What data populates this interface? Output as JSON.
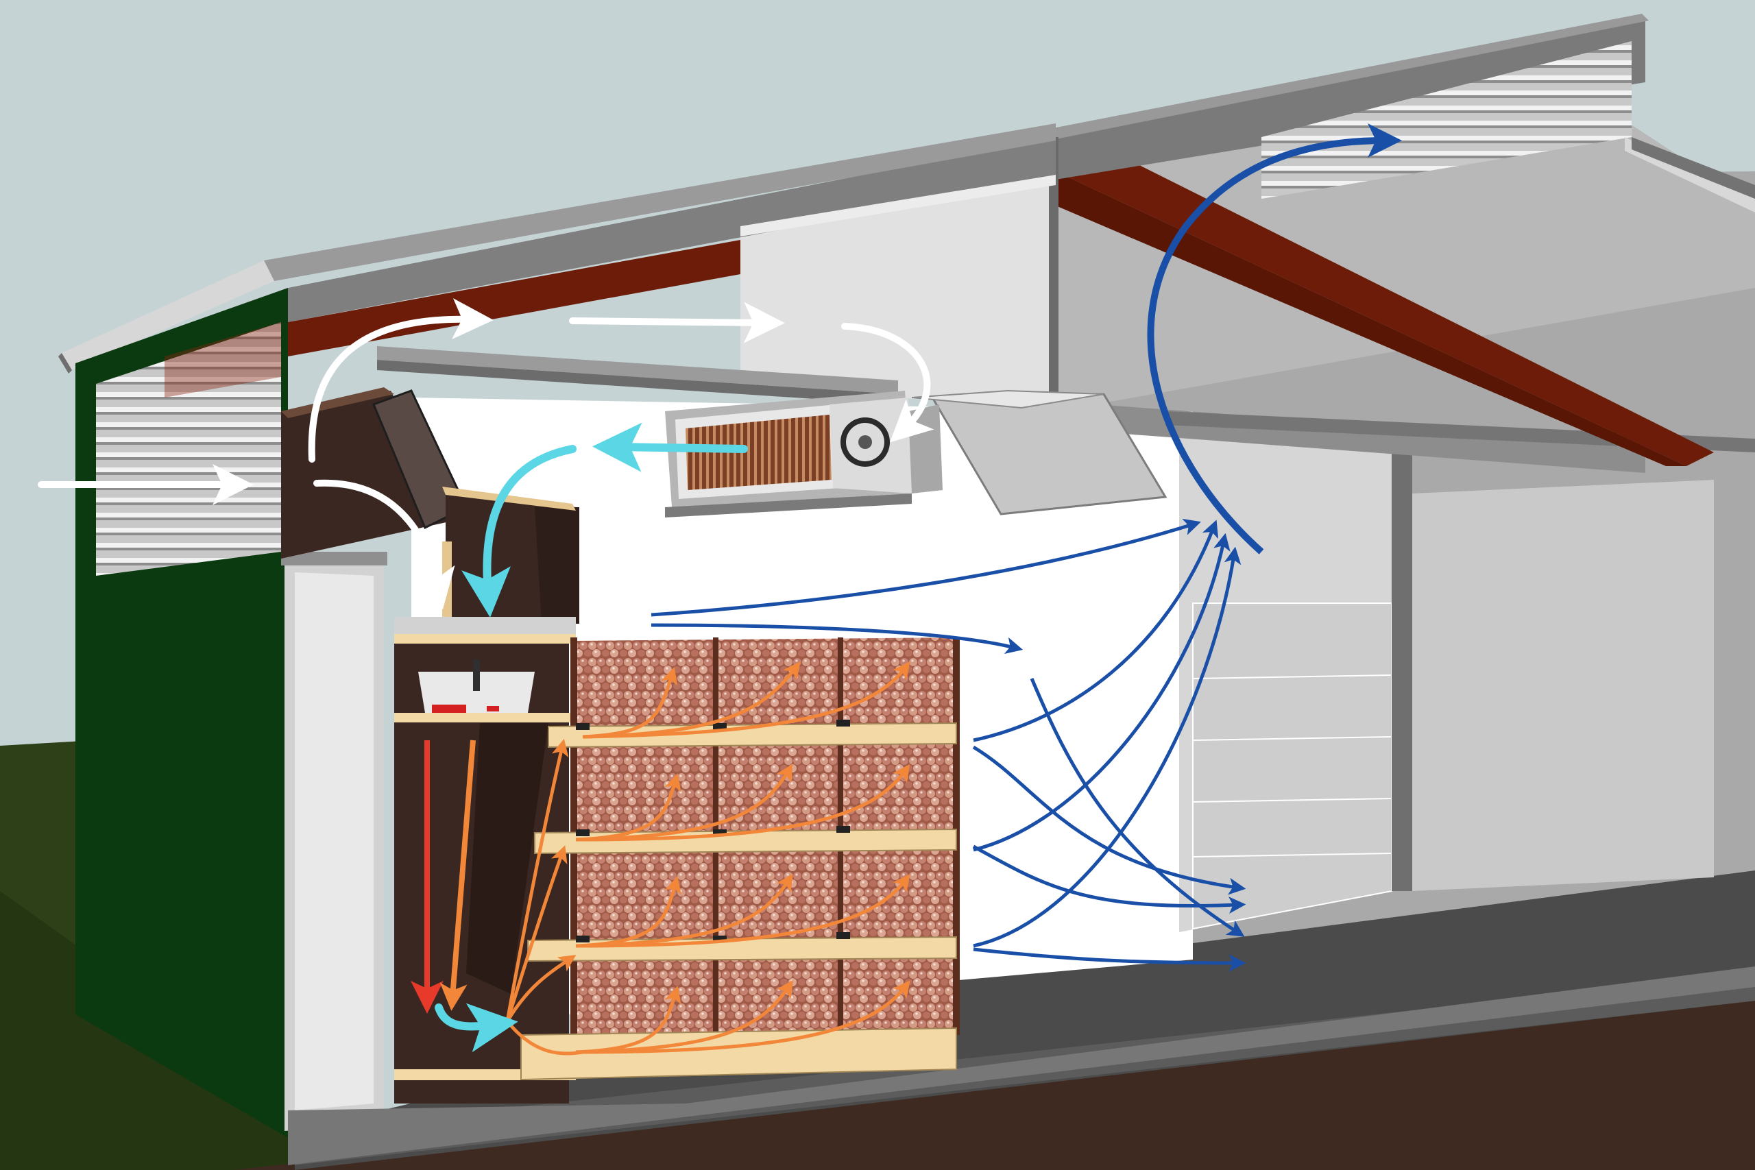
{
  "colors": {
    "sky": "#c5d3d5",
    "grass": "#2e4018",
    "ground": "#3e2a20",
    "wall_green": "#0b3a10",
    "roof_gray": "#8a8a8a",
    "beam_red": "#6c1c08",
    "inner_white": "#ffffff",
    "interior_gray": "#a9a9a9",
    "floor_gray": "#4b4b4b",
    "duct_brown": "#3a2722",
    "pallet_wood": "#f2d9a6",
    "onion": "#c98a6e",
    "arrow_outside_air": "#ffffff",
    "arrow_cooled_air": "#5ad6e4",
    "arrow_heated_air": "#e83a2a",
    "arrow_warm_air": "#f2873a",
    "arrow_exhaust_air": "#1a4fa8"
  },
  "components": [
    "louvered-intake",
    "intake-damper",
    "air-cooler-unit",
    "cooler-fan",
    "air-deflector-hood",
    "distribution-duct",
    "heater-fan",
    "onion-crates",
    "exhaust-louver",
    "roof-rafter"
  ],
  "airflows": [
    "outside-air-intake",
    "recirculated-cool-air",
    "heated-supply-air",
    "crate-through-flow",
    "exhaust-air"
  ]
}
